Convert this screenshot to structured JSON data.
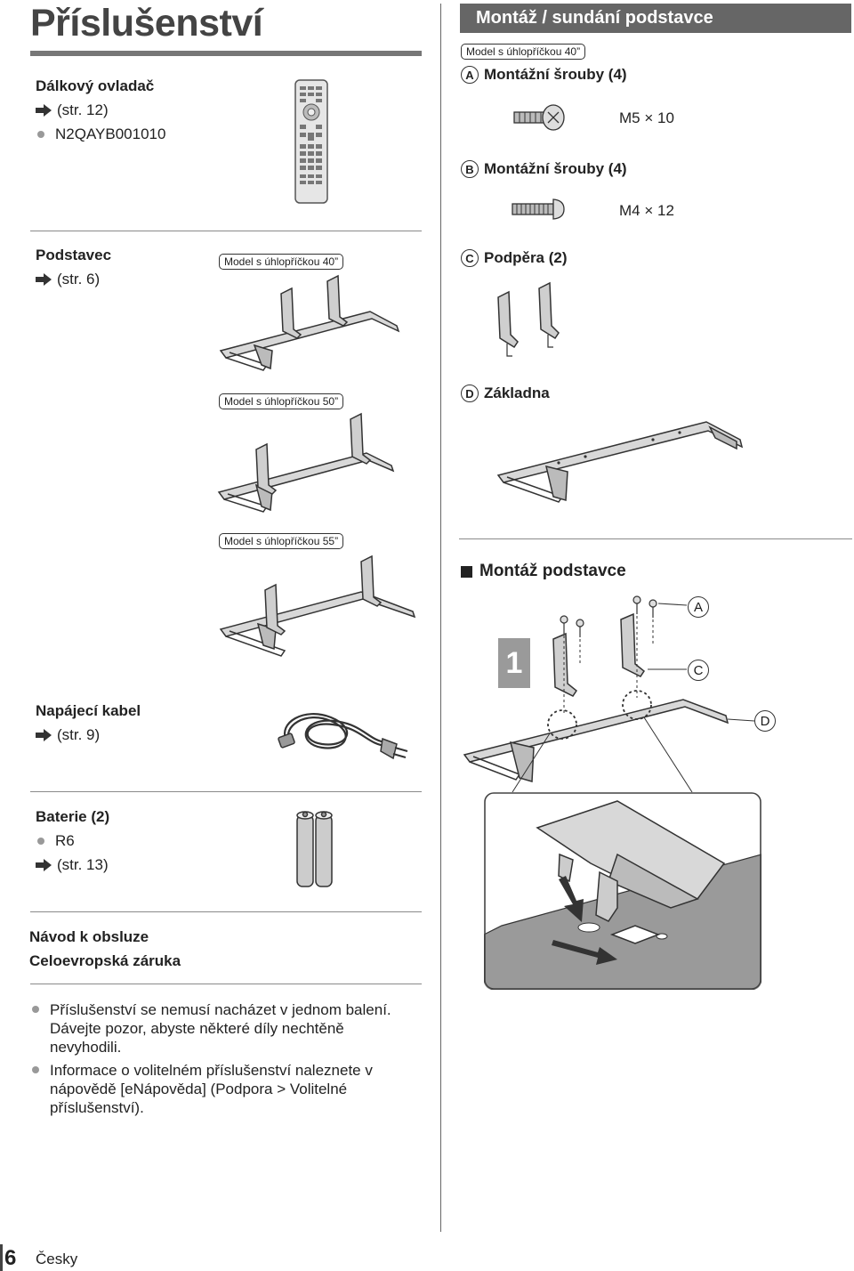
{
  "left": {
    "title": "Příslušenství",
    "remote": {
      "label": "Dálkový ovladač",
      "ref": "(str. 12)",
      "code": "N2QAYB001010"
    },
    "stand": {
      "label": "Podstavec",
      "ref": "(str. 6)",
      "models": [
        "Model s úhlopříčkou 40”",
        "Model s úhlopříčkou 50”",
        "Model s úhlopříčkou 55”"
      ]
    },
    "cable": {
      "label": "Napájecí kabel",
      "ref": "(str. 9)"
    },
    "batteries": {
      "label": "Baterie (2)",
      "type": "R6",
      "ref": "(str. 13)"
    },
    "manual": {
      "line1": "Návod k obsluze",
      "line2": "Celoevropská záruka"
    },
    "notes": [
      "Příslušenství se nemusí nacházet v jednom balení. Dávejte pozor, abyste některé díly nechtěně nevyhodili.",
      "Informace o volitelném příslušenství naleznete v nápovědě [eNápověda] (Podpora > Volitelné příslušenství)."
    ]
  },
  "right": {
    "banner": "Montáž / sundání podstavce",
    "model_tag": "Model s úhlopříčkou 40”",
    "part_a": {
      "letter": "A",
      "label": "Montážní šrouby (4)",
      "spec": "M5 × 10"
    },
    "part_b": {
      "letter": "B",
      "label": "Montážní šrouby (4)",
      "spec": "M4 × 12"
    },
    "part_c": {
      "letter": "C",
      "label": "Podpěra (2)"
    },
    "part_d": {
      "letter": "D",
      "label": "Základna"
    },
    "assembly": {
      "heading": "Montáž podstavce",
      "step": "1",
      "callouts": [
        "A",
        "C",
        "D"
      ]
    }
  },
  "footer": {
    "page_number": "6",
    "language": "Česky"
  }
}
